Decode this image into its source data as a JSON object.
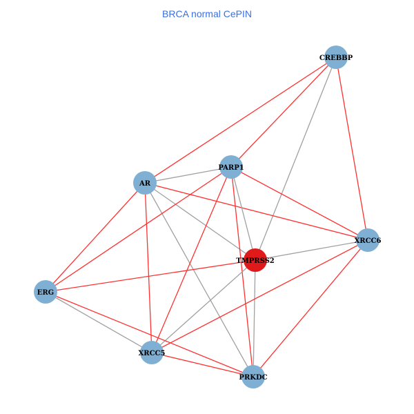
{
  "title": "BRCA normal CePIN",
  "colors": {
    "node": "#7fb0d3",
    "highlight_node": "#e01a1a",
    "edge_red": "#ff3030",
    "edge_gray": "#a0a0a0"
  },
  "nodes": [
    {
      "id": "CREBBP",
      "highlight": false
    },
    {
      "id": "PARP1",
      "highlight": false
    },
    {
      "id": "AR",
      "highlight": false
    },
    {
      "id": "XRCC6",
      "highlight": false
    },
    {
      "id": "TMPRSS2",
      "highlight": true
    },
    {
      "id": "ERG",
      "highlight": false
    },
    {
      "id": "XRCC5",
      "highlight": false
    },
    {
      "id": "PRKDC",
      "highlight": false
    }
  ],
  "edges": [
    [
      "CREBBP",
      "AR",
      "red"
    ],
    [
      "CREBBP",
      "PARP1",
      "red"
    ],
    [
      "CREBBP",
      "TMPRSS2",
      "gray"
    ],
    [
      "CREBBP",
      "XRCC6",
      "red"
    ],
    [
      "AR",
      "PARP1",
      "gray"
    ],
    [
      "AR",
      "XRCC6",
      "red"
    ],
    [
      "AR",
      "TMPRSS2",
      "gray"
    ],
    [
      "AR",
      "PRKDC",
      "gray"
    ],
    [
      "AR",
      "XRCC5",
      "red"
    ],
    [
      "AR",
      "ERG",
      "red"
    ],
    [
      "PARP1",
      "XRCC6",
      "red"
    ],
    [
      "PARP1",
      "ERG",
      "red"
    ],
    [
      "PARP1",
      "XRCC5",
      "red"
    ],
    [
      "PARP1",
      "PRKDC",
      "red"
    ],
    [
      "PARP1",
      "TMPRSS2",
      "gray"
    ],
    [
      "TMPRSS2",
      "XRCC6",
      "gray"
    ],
    [
      "TMPRSS2",
      "ERG",
      "red"
    ],
    [
      "TMPRSS2",
      "XRCC5",
      "gray"
    ],
    [
      "TMPRSS2",
      "PRKDC",
      "gray"
    ],
    [
      "ERG",
      "XRCC5",
      "gray"
    ],
    [
      "ERG",
      "PRKDC",
      "red"
    ],
    [
      "XRCC5",
      "PRKDC",
      "red"
    ],
    [
      "XRCC5",
      "XRCC6",
      "red"
    ],
    [
      "XRCC6",
      "PRKDC",
      "red"
    ]
  ]
}
